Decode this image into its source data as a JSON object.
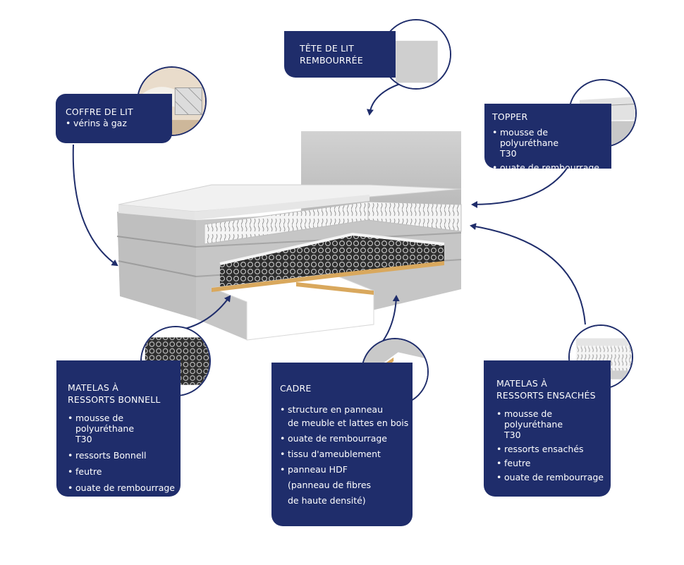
{
  "labels": {
    "tete": {
      "title_1": "TÊTE DE LIT",
      "title_2": "REMBOURRÉE"
    },
    "coffre": {
      "title": "COFFRE DE LIT",
      "items": [
        "vérins à gaz"
      ]
    },
    "topper": {
      "title": "TOPPER",
      "items": [
        "mousse de polyuréthane T30",
        "ouate de rembourrage"
      ]
    },
    "bonnell": {
      "title_1": "MATELAS À",
      "title_2": "RESSORTS BONNELL",
      "items": [
        "mousse de polyuréthane T30",
        "ressorts Bonnell",
        "feutre",
        "ouate de rembourrage"
      ]
    },
    "cadre": {
      "title": "CADRE",
      "items": [
        "structure en panneau",
        "de meuble et lattes en bois",
        "ouate de rembourrage",
        "tissu d'ameublement",
        "panneau HDF",
        "(panneau de fibres",
        "de haute densité)"
      ]
    },
    "ensache": {
      "title_1": "MATELAS À",
      "title_2": "RESSORTS ENSACHÉS",
      "items": [
        "mousse de polyuréthane T30",
        "ressorts ensachés",
        "feutre",
        "ouate de rembourrage"
      ]
    }
  },
  "colors": {
    "navy": "#1f2d6b",
    "fabric": "#c9c9c9",
    "fabric_dark": "#a9a9a9",
    "wood": "#d9a85d"
  },
  "icons": [
    "arrow-icon",
    "bed-illustration",
    "zoom-circle"
  ]
}
